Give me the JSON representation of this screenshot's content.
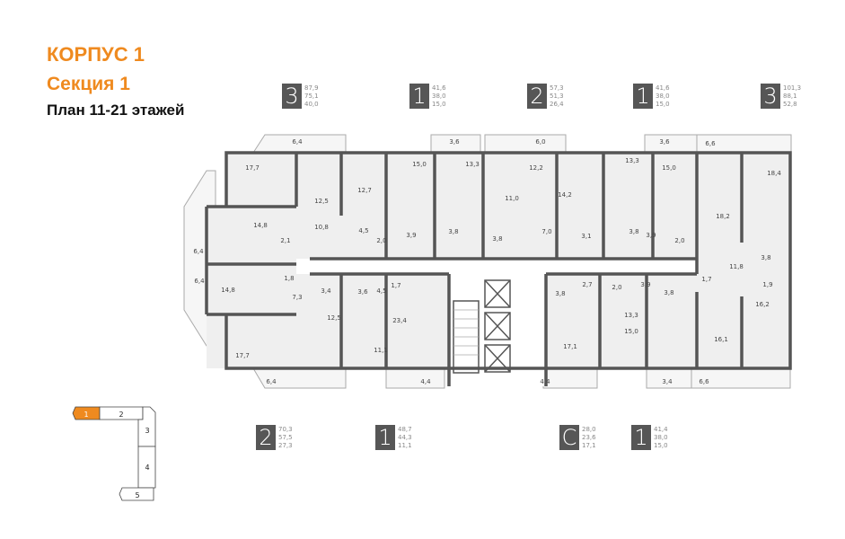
{
  "header": {
    "building": "КОРПУС 1",
    "section": "Секция 1",
    "plan": "План 11-21 этажей"
  },
  "colors": {
    "accent": "#ef8a1f",
    "wall": "#555555",
    "room": "#efefef",
    "unit_box": "#565656"
  },
  "units_top": [
    {
      "rooms": "3",
      "total": "87,9",
      "living_area": "75,1",
      "third": "40,0"
    },
    {
      "rooms": "1",
      "total": "41,6",
      "living_area": "38,0",
      "third": "15,0"
    },
    {
      "rooms": "2",
      "total": "57,3",
      "living_area": "51,3",
      "third": "26,4"
    },
    {
      "rooms": "1",
      "total": "41,6",
      "living_area": "38,0",
      "third": "15,0"
    },
    {
      "rooms": "3",
      "total": "101,3",
      "living_area": "88,1",
      "third": "52,8"
    }
  ],
  "units_bottom": [
    {
      "rooms": "2",
      "total": "70,3",
      "living_area": "57,5",
      "third": "27,3"
    },
    {
      "rooms": "1",
      "total": "48,7",
      "living_area": "44,3",
      "third": "11,1"
    },
    {
      "rooms": "С",
      "total": "28,0",
      "living_area": "23,6",
      "third": "17,1"
    },
    {
      "rooms": "1",
      "total": "41,4",
      "living_area": "38,0",
      "third": "15,0"
    }
  ],
  "room_areas": [
    "6,4",
    "3,6",
    "6,0",
    "3,6",
    "6,6",
    "17,7",
    "12,5",
    "12,7",
    "15,0",
    "13,3",
    "12,2",
    "11,0",
    "14,2",
    "13,3",
    "15,0",
    "18,4",
    "18,2",
    "14,8",
    "10,8",
    "4,5",
    "2,0",
    "3,9",
    "3,8",
    "3,8",
    "7,0",
    "3,1",
    "3,8",
    "3,9",
    "2,0",
    "6,4",
    "2,1",
    "11,8",
    "3,8",
    "1,9",
    "6,4",
    "14,8",
    "1,8",
    "7,3",
    "3,4",
    "3,6",
    "4,5",
    "1,7",
    "3,8",
    "2,7",
    "2,0",
    "3,9",
    "3,8",
    "1,7",
    "12,5",
    "23,4",
    "13,3",
    "16,2",
    "11,1",
    "17,1",
    "15,0",
    "16,1",
    "17,7",
    "6,4",
    "4,4",
    "4,4",
    "3,4",
    "6,6"
  ],
  "key_plan": {
    "sections": [
      "1",
      "2",
      "3",
      "4",
      "5"
    ],
    "current": "1"
  }
}
